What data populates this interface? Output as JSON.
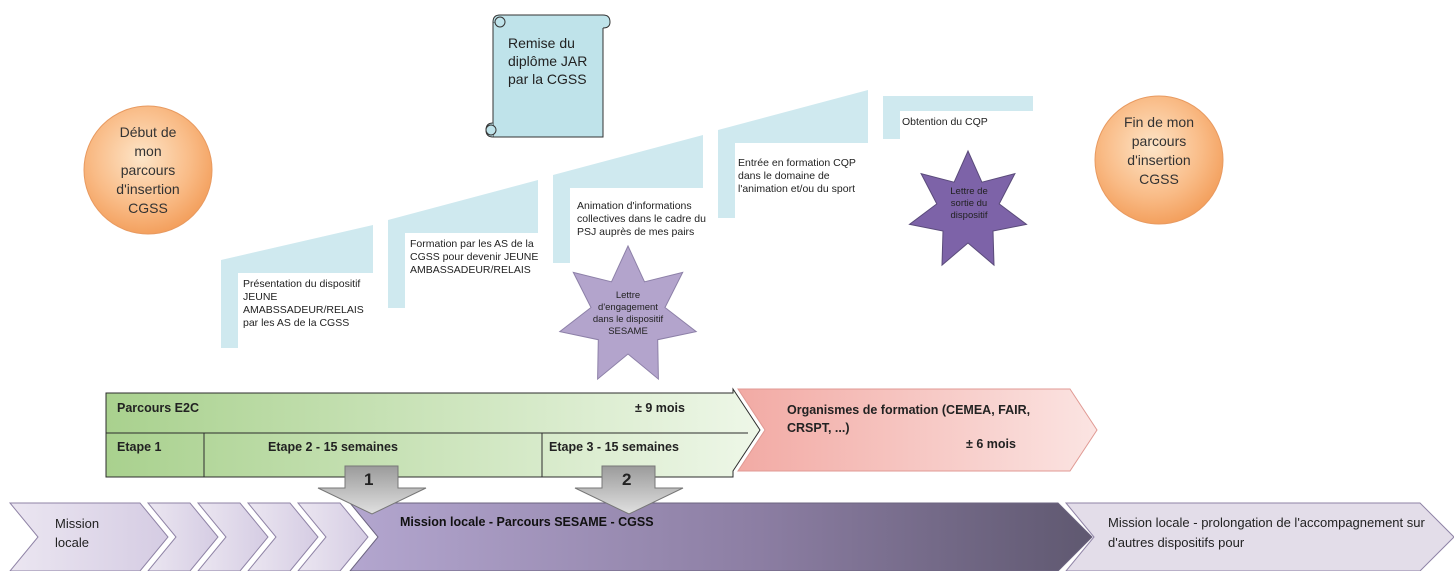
{
  "start_circle": {
    "label": "Début de mon parcours d'insertion CGSS"
  },
  "end_circle": {
    "label": "Fin de mon parcours d'insertion CGSS"
  },
  "scroll": {
    "label": "Remise du diplôme JAR par la CGSS"
  },
  "steps": [
    {
      "label": "Présentation du dispositif JEUNE AMABSSADEUR/RELAIS par les AS de la CGSS"
    },
    {
      "label": "Formation par les AS de la CGSS pour devenir JEUNE AMBASSADEUR/RELAIS"
    },
    {
      "label": "Animation d'informations collectives dans le cadre du PSJ auprès de mes pairs"
    },
    {
      "label": "Entrée en formation CQP dans le domaine de l'animation et/ou du sport"
    },
    {
      "label": "Obtention du CQP"
    }
  ],
  "star_engagement": {
    "label": "Lettre d'engagement dans le dispositif SESAME"
  },
  "star_exit": {
    "label": "Lettre de sortie du dispositif"
  },
  "e2c": {
    "title": "Parcours E2C",
    "duration": "± 9 mois",
    "etape1": "Etape 1",
    "etape2": "Etape 2 - 15 semaines",
    "etape3": "Etape 3 - 15 semaines"
  },
  "formation": {
    "title": "Organismes de formation (CEMEA, FAIR, CRSPT, ...)",
    "duration": "± 6 mois"
  },
  "markers": [
    {
      "label": "1"
    },
    {
      "label": "2"
    }
  ],
  "mission": {
    "start": "Mission locale",
    "main": "Mission locale - Parcours SESAME - CGSS",
    "end": "Mission locale - prolongation de l'accompagnement sur d'autres dispositifs pour"
  },
  "colors": {
    "circle": "#f7a867",
    "step": "#cfe9ef",
    "scroll": "#bfe3ea",
    "star_light": "#b3a4cc",
    "star_dark": "#7d63a8",
    "e2c_green": "#a9d18e",
    "formation_pink": "#f2b1ac",
    "chevron_light": "#e2dbeb",
    "mission_dark": "#6a5d7f",
    "marker_grey": "#bfbfbf"
  }
}
